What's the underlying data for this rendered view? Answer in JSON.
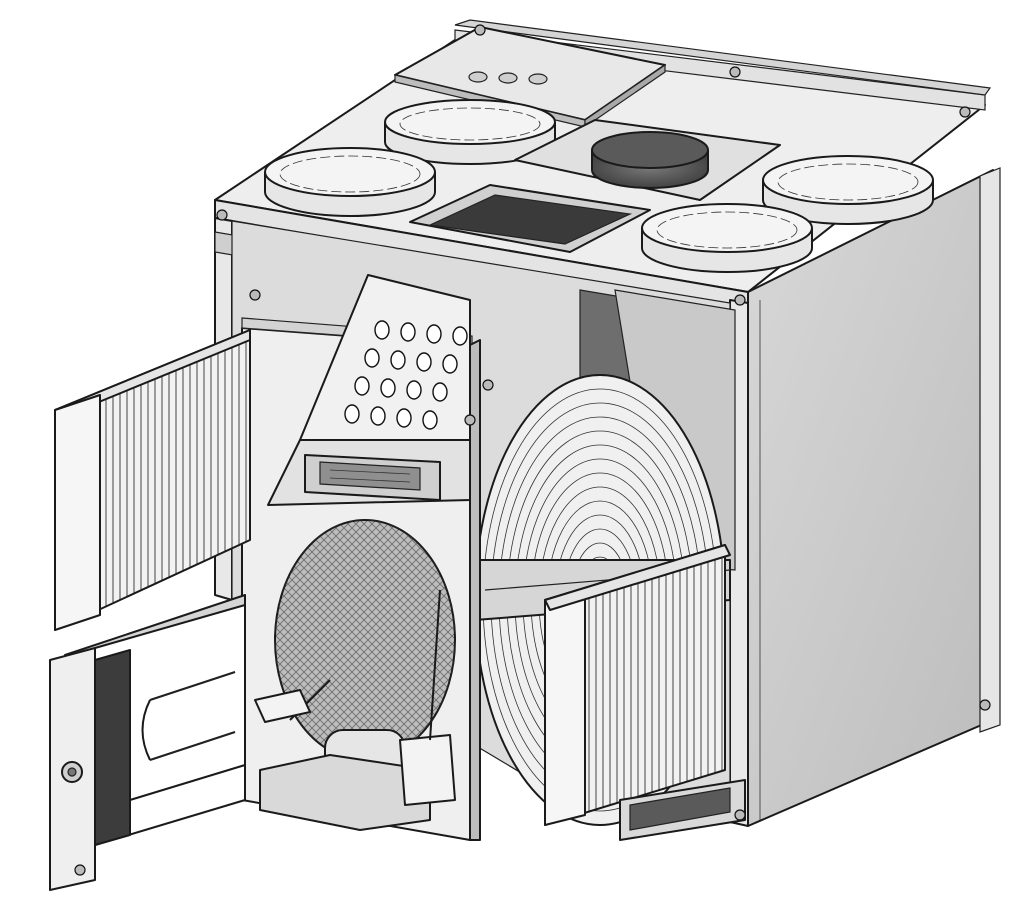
{
  "figure": {
    "kind": "technical-illustration",
    "subject": "ventilation-unit-cutaway",
    "palette": {
      "ink": "#1a1a1a",
      "panel_light": "#efefef",
      "panel_mid": "#cfcfcf",
      "panel_dark": "#9a9a9a",
      "shadow": "#555555",
      "background": "#ffffff"
    },
    "icons": [
      "cabinet",
      "filter-cassette",
      "rotary-heat-exchanger",
      "fan-housing",
      "duct-spigot",
      "electric-heater",
      "control-box"
    ]
  }
}
